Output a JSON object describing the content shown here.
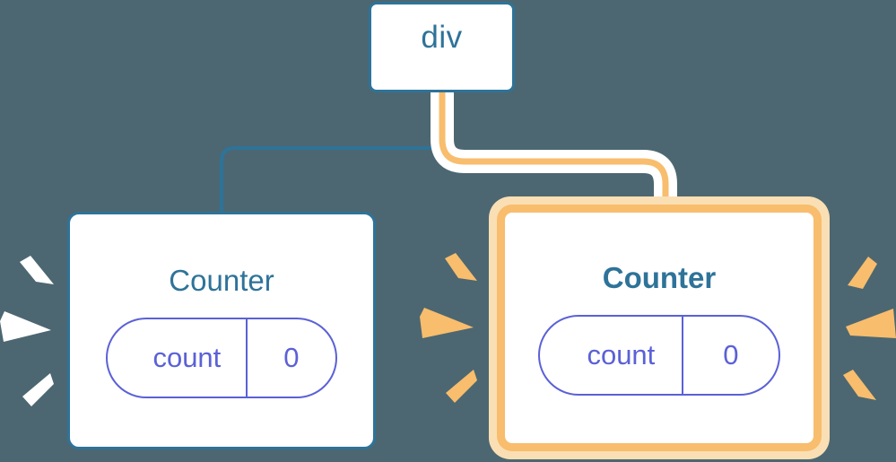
{
  "diagram": {
    "title": "React component tree re-render highlight",
    "background_color": "#4c6771",
    "nodes": [
      {
        "id": "div",
        "label": "div",
        "type": "element",
        "highlighted": false,
        "border_color": "#2e7399",
        "text_color": "#2e7399"
      },
      {
        "id": "counter-left",
        "label": "Counter",
        "type": "component",
        "highlighted": false,
        "border_color": "#2e7399",
        "text_color": "#2e7399",
        "state": {
          "key": "count",
          "value": "0"
        }
      },
      {
        "id": "counter-right",
        "label": "Counter",
        "type": "component",
        "highlighted": true,
        "border_color": "#f8bd6d",
        "glow_color": "#fadfb4",
        "text_color": "#2e7399",
        "state": {
          "key": "count",
          "value": "0"
        }
      }
    ],
    "edges": [
      {
        "id": "edge-div-to-counter-left",
        "from": "div",
        "to": "counter-left",
        "color": "#2e7399",
        "highlighted": false
      },
      {
        "id": "edge-div-to-counter-right",
        "from": "div",
        "to": "counter-right",
        "color": "#f8bd6d",
        "halo_color": "#ffffff",
        "highlighted": true
      }
    ],
    "sparkle_groups": [
      {
        "id": "sparkles-left-of-counter-left",
        "color": "#ffffff",
        "direction": "left",
        "count": 3
      },
      {
        "id": "sparkles-right-of-counter-left",
        "color": "#f8bd6d",
        "direction": "right",
        "count": 3
      },
      {
        "id": "sparkles-right-of-counter-right",
        "color": "#f8bd6d",
        "direction": "right",
        "count": 3
      }
    ],
    "palette": {
      "background": "#4c6771",
      "blue": "#2e7399",
      "orange": "#f8bd6d",
      "orange_glow": "#fadfb4",
      "indigo": "#5b61d6",
      "white": "#ffffff"
    }
  }
}
